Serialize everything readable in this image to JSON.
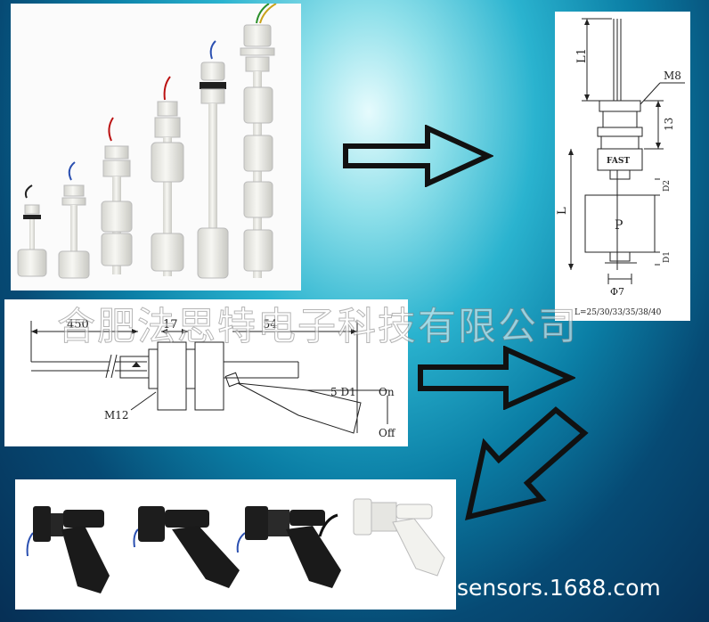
{
  "watermark": "合肥法思特电子科技有限公司",
  "site_text": "sensors.1688.com",
  "drawing_vertical": {
    "label_L1": "L1",
    "label_M8": "M8",
    "label_13": "13",
    "label_FAST": "FAST",
    "label_D2": "D2",
    "label_L": "L",
    "label_P": "P",
    "label_D1": "D1",
    "label_phi7": "Φ7",
    "label_lengths": "L=25/30/33/35/38/40"
  },
  "drawing_horizontal": {
    "label_450": "450",
    "label_17": "17",
    "label_54": "54",
    "label_M12": "M12",
    "label_5D1": "5 D1",
    "label_on": "On",
    "label_off": "Off"
  },
  "colors": {
    "arrow_outline": "#111111",
    "float_white": "#eeeeea",
    "float_black": "#1c1c1c"
  }
}
